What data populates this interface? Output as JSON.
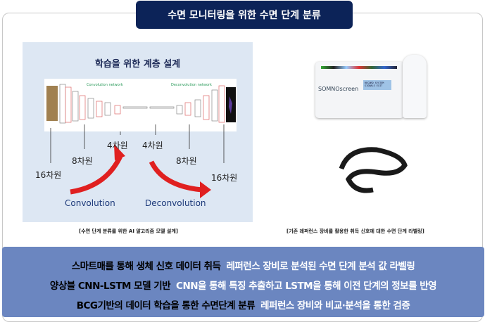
{
  "title": "수면 모니터링을 위한 수면 단계 분류",
  "left": {
    "heading": "학습을 위한 계층 설계",
    "network_labels": [
      "Convolution network",
      "Deconvolution network"
    ],
    "dims": [
      "16차원",
      "8차원",
      "4차원",
      "4차원",
      "8차원",
      "16차원"
    ],
    "convolution": "Convolution",
    "deconvolution": "Deconvolution",
    "caption": "[수면 단계 분류를 위한 AI 알고리즘 모델 설계]"
  },
  "right": {
    "device_brand": "SOMNOscreen",
    "screen": [
      "RECORD SYSTEM",
      "SIGNALS EXIT"
    ],
    "caption": "[기존 레퍼런스 장비를 활용한 취득 신호에 대한 수면 단계 라벨링]"
  },
  "rows": [
    {
      "key": "스마트매를 통해 생체 신호 데이터 취득",
      "desc": "레퍼런스 장비로 분석된 수면 단계 분석 값 라벨링"
    },
    {
      "key": "양상블 CNN-LSTM 모델 기반",
      "desc": "CNN을 통해 특징 추출하고 LSTM을 통해 이전 단계의 정보를 반영"
    },
    {
      "key": "BCG기반의 데이터 학습을 통한 수면단계 분류",
      "desc": "레퍼런스 장비와 비교·분석을 통한 검증"
    }
  ],
  "colors": {
    "title_bg": "#0c2358",
    "panel_bg": "#6b86c0",
    "arrow": "#e02020"
  }
}
